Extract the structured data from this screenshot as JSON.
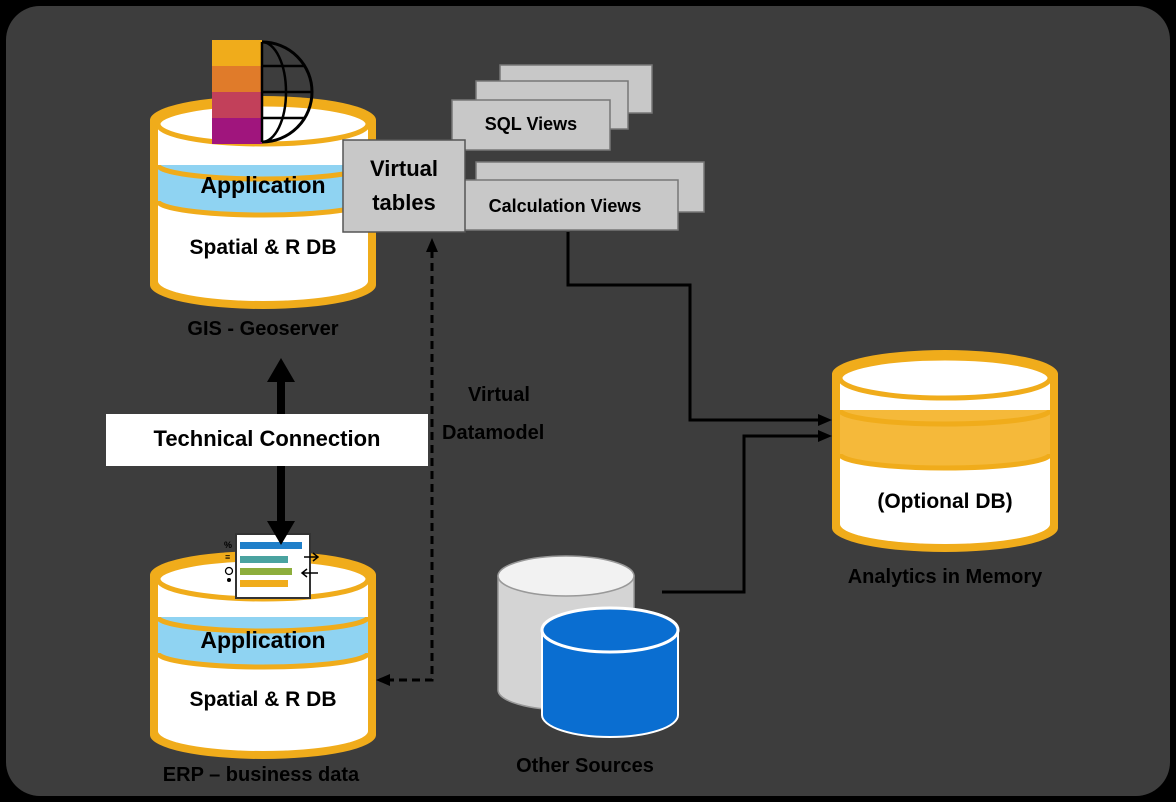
{
  "gis": {
    "application_label": "Application",
    "db_label": "Spatial & R DB",
    "caption": "GIS - Geoserver"
  },
  "erp": {
    "application_label": "Application",
    "db_label": "Spatial & R DB",
    "caption": "ERP – business data"
  },
  "virtual_tables": {
    "line1": "Virtual",
    "line2": "tables"
  },
  "sql_views": "SQL Views",
  "calculation_views": "Calculation Views",
  "technical_connection": "Technical Connection",
  "virtual_datamodel": {
    "line1": "Virtual",
    "line2": "Datamodel"
  },
  "analytics": {
    "db_label": "(Optional DB)",
    "caption": "Analytics in Memory"
  },
  "other_sources": {
    "caption": "Other Sources"
  },
  "colors": {
    "panel": "#3d3d3d",
    "gold": "#f0ac1b",
    "application_band": "#8fd3f2",
    "analytics_band": "#f5b93a",
    "gray_box": "#c8c8c8",
    "blue_cylinder": "#0a6ed1",
    "white": "#ffffff"
  },
  "icons": [
    "globe-icon",
    "business-process-icon"
  ]
}
